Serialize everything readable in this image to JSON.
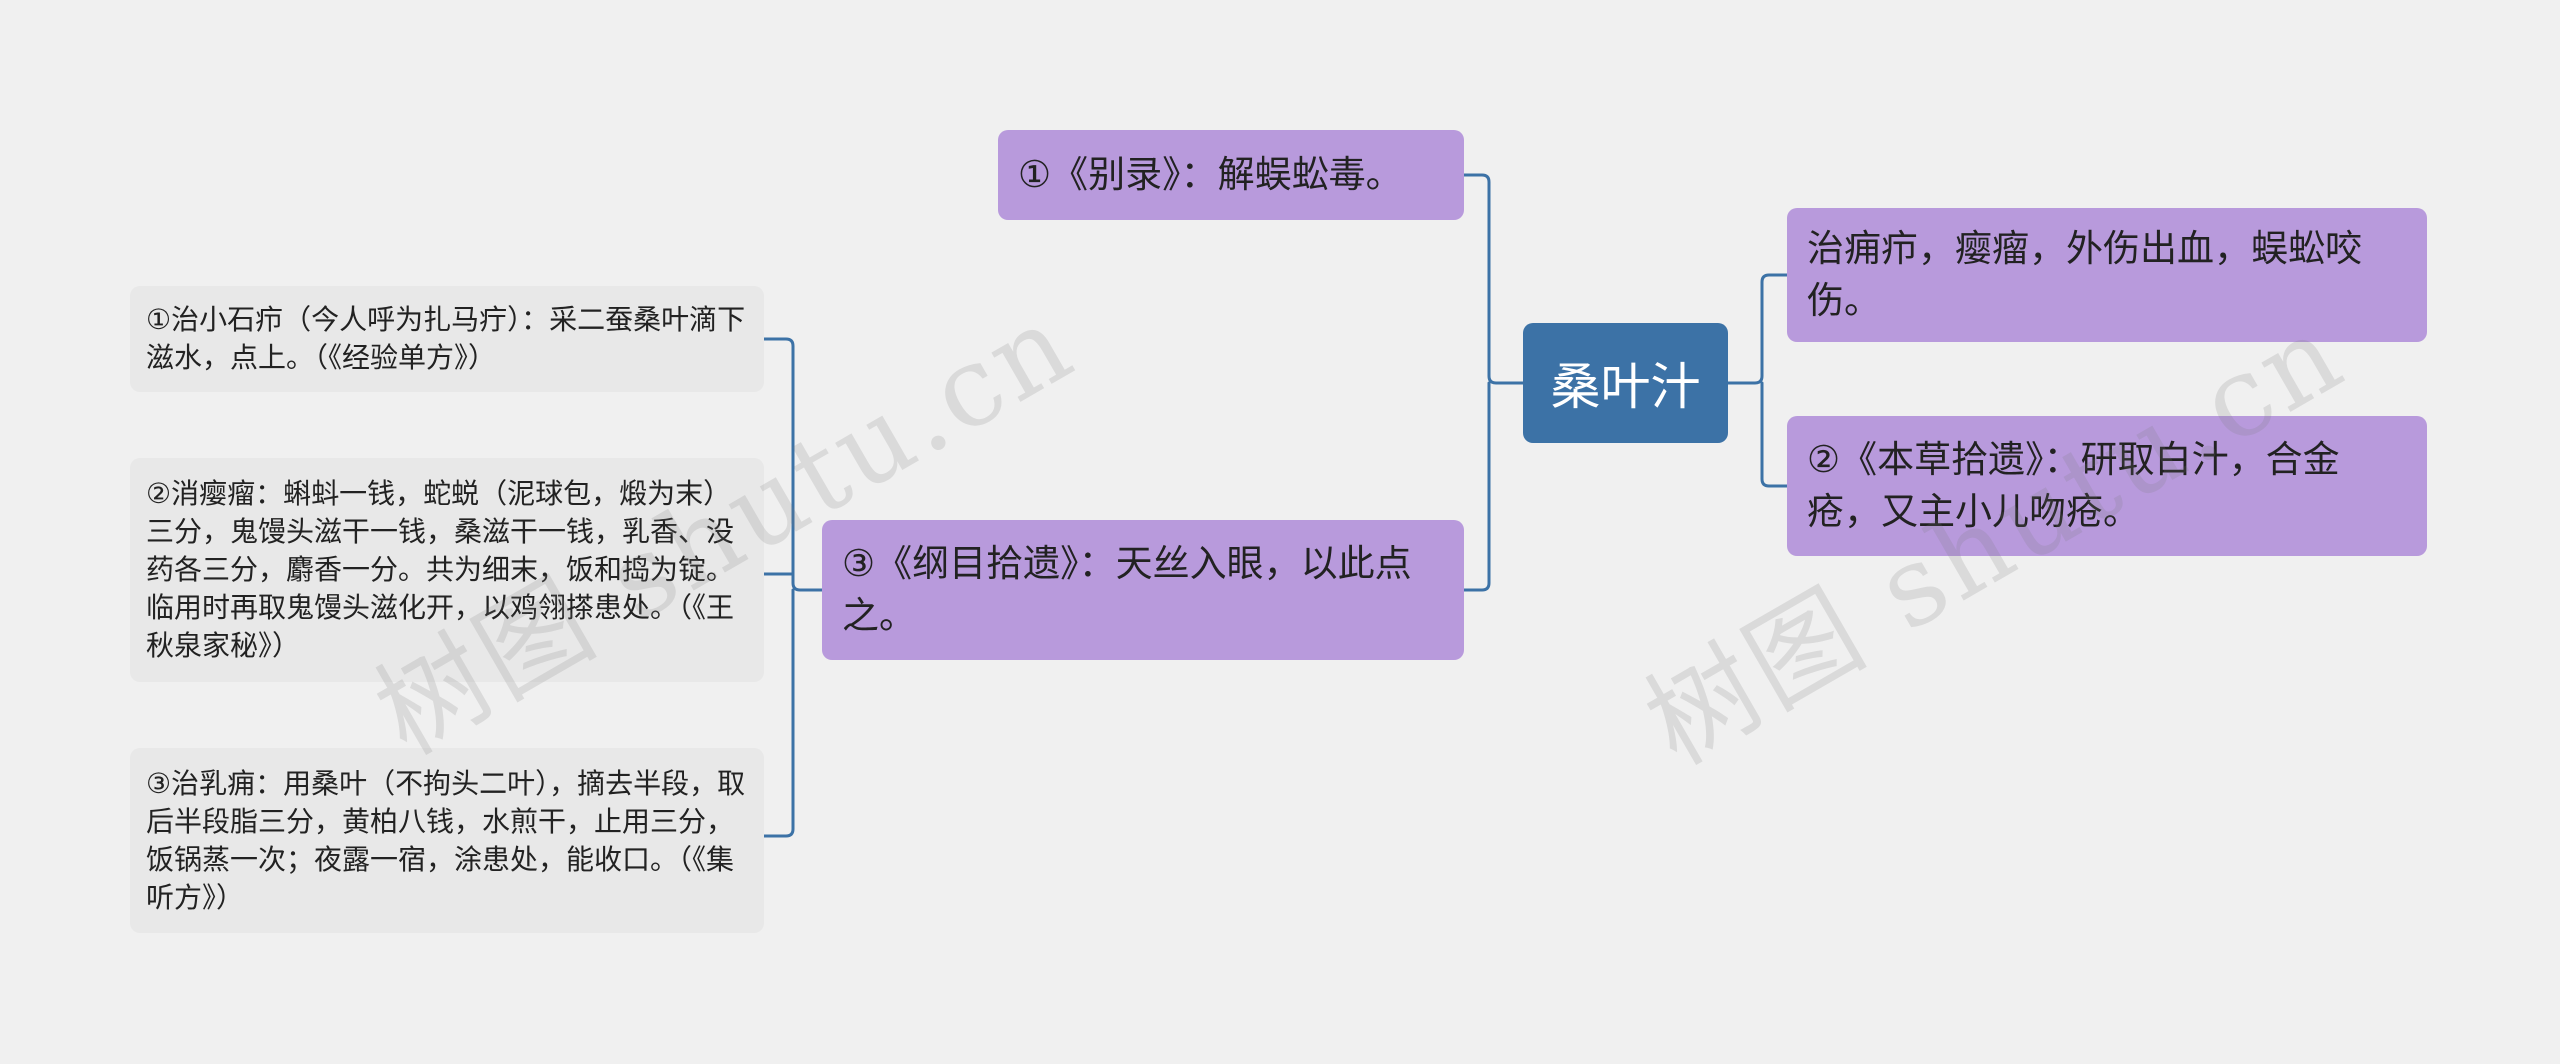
{
  "root": {
    "label": "桑叶汁"
  },
  "right_nodes": [
    {
      "label": "治痈疖，瘿瘤，外伤出血，蜈蚣咬伤。"
    },
    {
      "label": "②《本草拾遗》：研取白汁，合金疮，又主小儿吻疮。"
    }
  ],
  "left_nodes": [
    {
      "label": "①《别录》：解蜈蚣毒。"
    },
    {
      "label": "③《纲目拾遗》：天丝入眼，以此点之。"
    }
  ],
  "sub_nodes": [
    {
      "label": "①治小石疖（今人呼为扎马疔）：采二蚕桑叶滴下滋水，点上。（《经验单方》）"
    },
    {
      "label": "②消瘿瘤：蝌蚪一钱，蛇蜕（泥球包，煅为末）三分，鬼馒头滋干一钱，桑滋干一钱，乳香、没药各三分，麝香一分。共为细末，饭和捣为锭。临用时再取鬼馒头滋化开，以鸡翎搽患处。（《王秋泉家秘》）"
    },
    {
      "label": "③治乳痈：用桑叶（不拘头二叶），摘去半段，取后半段脂三分，黄柏八钱，水煎干，止用三分，饭锅蒸一次；夜露一宿，涂患处，能收口。（《集听方》）"
    }
  ],
  "watermarks": [
    {
      "text": "树图 shutu.cn"
    },
    {
      "text": "树图 shutu.cn"
    }
  ],
  "colors": {
    "root": "#3c72a6",
    "level1": "#b89adc",
    "level2": "#e8e8e8",
    "link": "#3c72a6",
    "background": "#f0f0f0"
  }
}
